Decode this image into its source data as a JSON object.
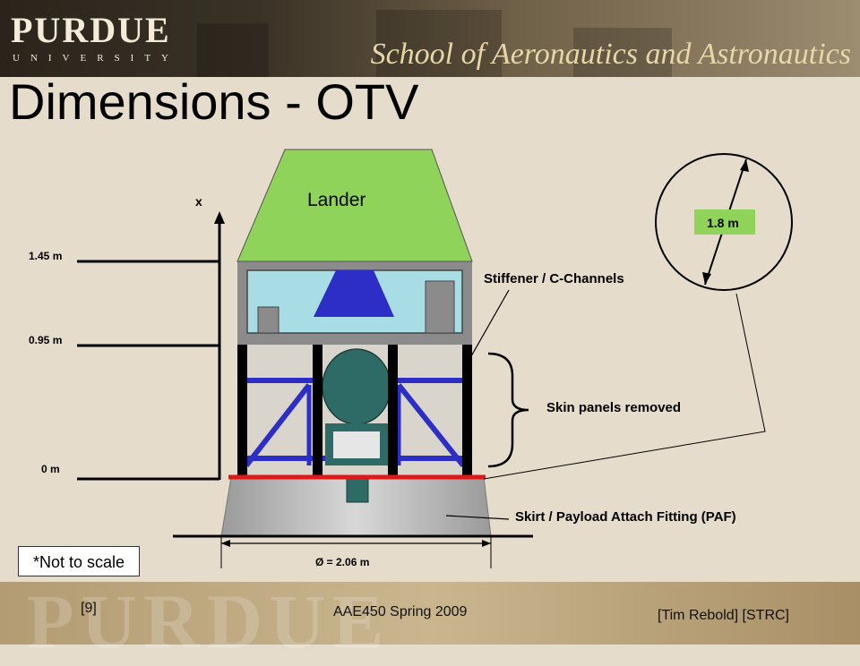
{
  "header": {
    "logo_main": "PURDUE",
    "logo_sub": "UNIVERSITY",
    "school": "School of Aeronautics and Astronautics"
  },
  "title": "Dimensions - OTV",
  "diagram": {
    "axis_label": "x",
    "level_labels": [
      "1.45 m",
      "0.95 m",
      "0 m"
    ],
    "lander_label": "Lander",
    "diameter_label": "1.8 m",
    "stiffener_label": "Stiffener / C-Channels",
    "skin_label": "Skin panels removed",
    "skirt_label": "Skirt / Payload Attach Fitting (PAF)",
    "base_diameter_label": "Ø = 2.06 m",
    "colors": {
      "lander": "#8fd35b",
      "frame": "#2c2ec6",
      "ring": "#e01818",
      "inner_box": "#a9dde6",
      "tank": "#2e6b66"
    }
  },
  "note": "*Not to scale",
  "footer": {
    "page": "[9]",
    "course": "AAE450 Spring 2009",
    "authors": "[Tim Rebold] [STRC]"
  }
}
